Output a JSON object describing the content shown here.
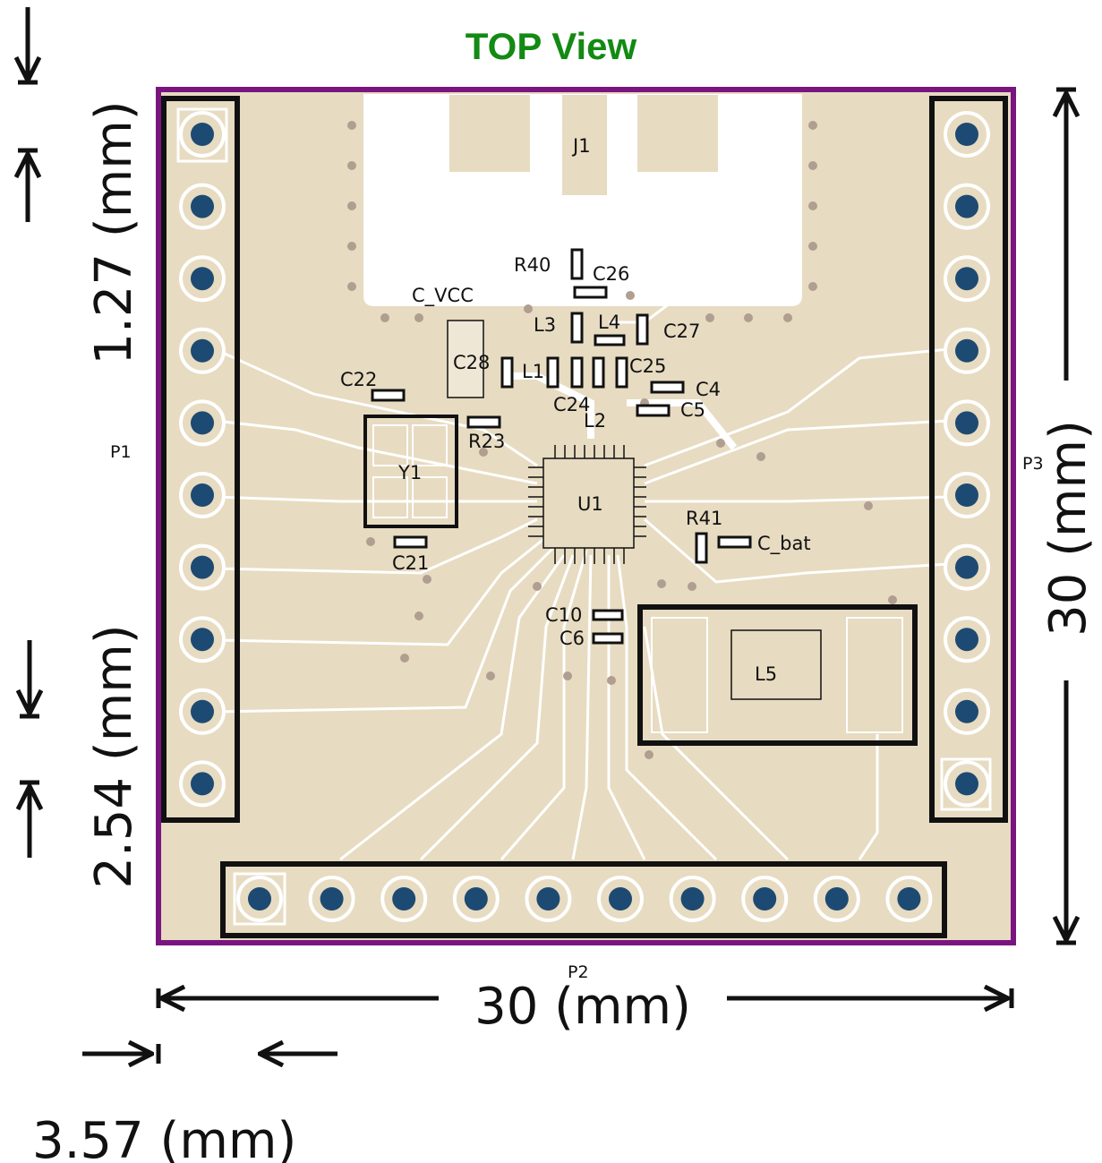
{
  "title": "TOP View",
  "colors": {
    "board": "#e7dbc1",
    "outline": "#7a1580",
    "trace": "#ffffff",
    "pad_hole": "#1d4a72",
    "via": "#b09e91",
    "title": "#138a13",
    "silk": "#111111"
  },
  "headers": {
    "p1": {
      "label": "P1",
      "pins": 10
    },
    "p2": {
      "label": "P2",
      "pins": 10
    },
    "p3": {
      "label": "P3",
      "pins": 10
    }
  },
  "components": {
    "j1": "J1",
    "r40": "R40",
    "c26": "C26",
    "c_vcc": "C_VCC",
    "l3": "L3",
    "l4": "L4",
    "c27": "C27",
    "c28": "C28",
    "l1": "L1",
    "c25": "C25",
    "c22": "C22",
    "c4": "C4",
    "c24": "C24",
    "c5": "C5",
    "l2": "L2",
    "r23": "R23",
    "y1": "Y1",
    "u1": "U1",
    "r41": "R41",
    "c_bat": "C_bat",
    "c21": "C21",
    "c10": "C10",
    "c6": "C6",
    "l5": "L5"
  },
  "dimensions": {
    "pitch_left": "1.27 (mm)",
    "pitch_bottom": "2.54 (mm)",
    "width": "30 (mm)",
    "height": "30 (mm)",
    "offset": "3.57 (mm)"
  }
}
